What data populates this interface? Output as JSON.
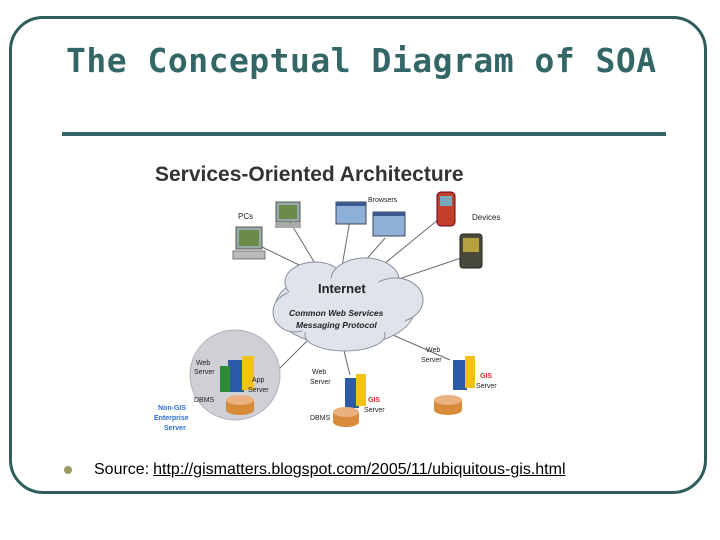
{
  "slide": {
    "title": "The Conceptual Diagram of SOA"
  },
  "diagram": {
    "heading": "Services-Oriented Architecture",
    "labels": {
      "pcs": "PCs",
      "browsers": "Browsers",
      "devices": "Devices",
      "internet": "Internet",
      "protocol_line1": "Common Web Services",
      "protocol_line2": "Messaging Protocol",
      "web_server_left": [
        "Web",
        "Server"
      ],
      "app_server": [
        "App",
        "Server"
      ],
      "dbms_left": "DBMS",
      "non_gis": [
        "Non-GIS",
        "Enterprise",
        "Server"
      ],
      "web_server_mid": [
        "Web",
        "Server"
      ],
      "gis_mid": "GIS",
      "server_mid": "Server",
      "dbms_mid": "DBMS",
      "web_server_right": [
        "Web",
        "Server"
      ],
      "gis_right": "GIS",
      "server_right": "Server"
    },
    "colors": {
      "cloud": "#dfe3ea",
      "line": "#6a6a6a",
      "server_blue": "#2a5aa8",
      "server_yellow": "#f2c21a",
      "server_green": "#2e8b3a",
      "gis_red": "#e8262a",
      "nongis_blue": "#2c6fd0",
      "db_orange": "#d98a3a"
    }
  },
  "footer": {
    "source_label": "Source:",
    "source_url": "http://gismatters.blogspot.com/2005/11/ubiquitous-gis.html"
  }
}
